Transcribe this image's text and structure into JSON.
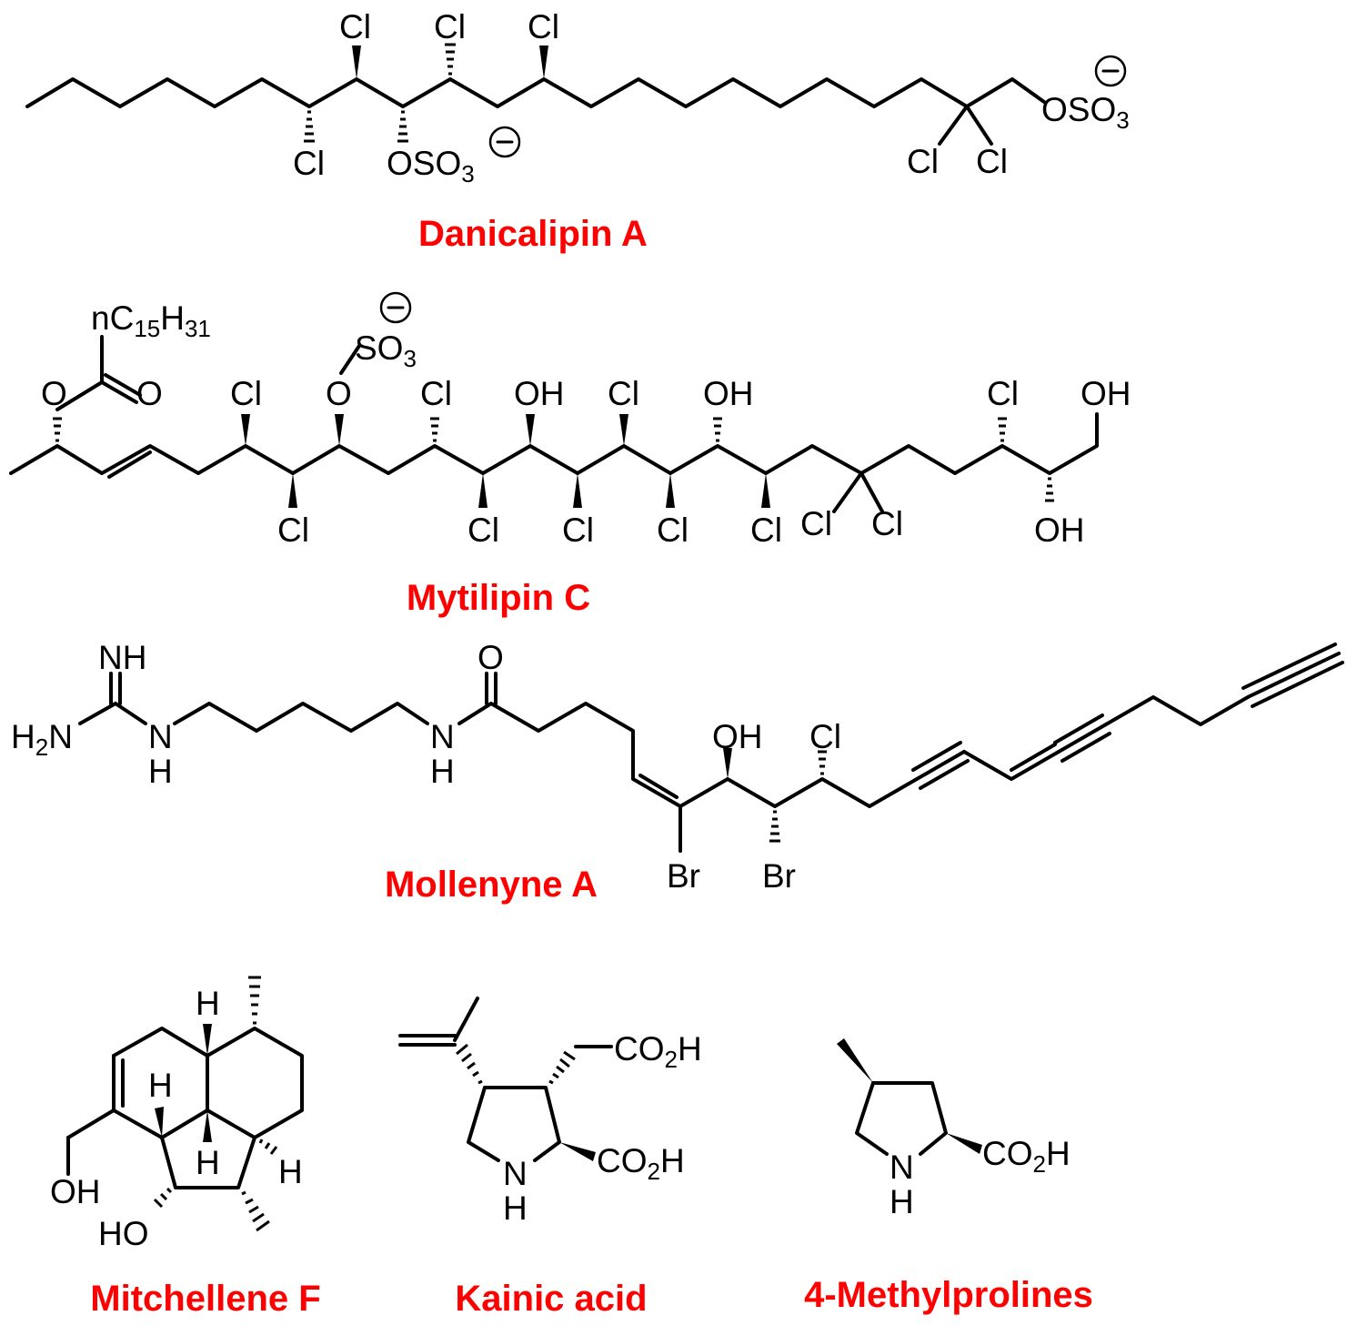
{
  "compounds": [
    {
      "name": "Danicalipin A"
    },
    {
      "name": "Mytilipin C"
    },
    {
      "name": "Mollenyne A"
    },
    {
      "name": "Mitchellene F"
    },
    {
      "name": "Kainic acid"
    },
    {
      "name": "4-Methylprolines"
    }
  ],
  "atoms": {
    "cl": "Cl",
    "o": "O",
    "oh": "OH",
    "ho": "HO",
    "h": "H",
    "br": "Br",
    "n": "N",
    "nh": "NH",
    "s": "S",
    "so3": "SO",
    "oso": "OSO",
    "co": "CO",
    "c": "C",
    "h2n": "H",
    "sub2": "2",
    "sub3": "3",
    "n_prefix": "n",
    "sub15": "15",
    "sub31": "31",
    "minus": "−"
  },
  "colors": {
    "label": "#ff0000",
    "structure": "#000000",
    "background": "#ffffff"
  }
}
